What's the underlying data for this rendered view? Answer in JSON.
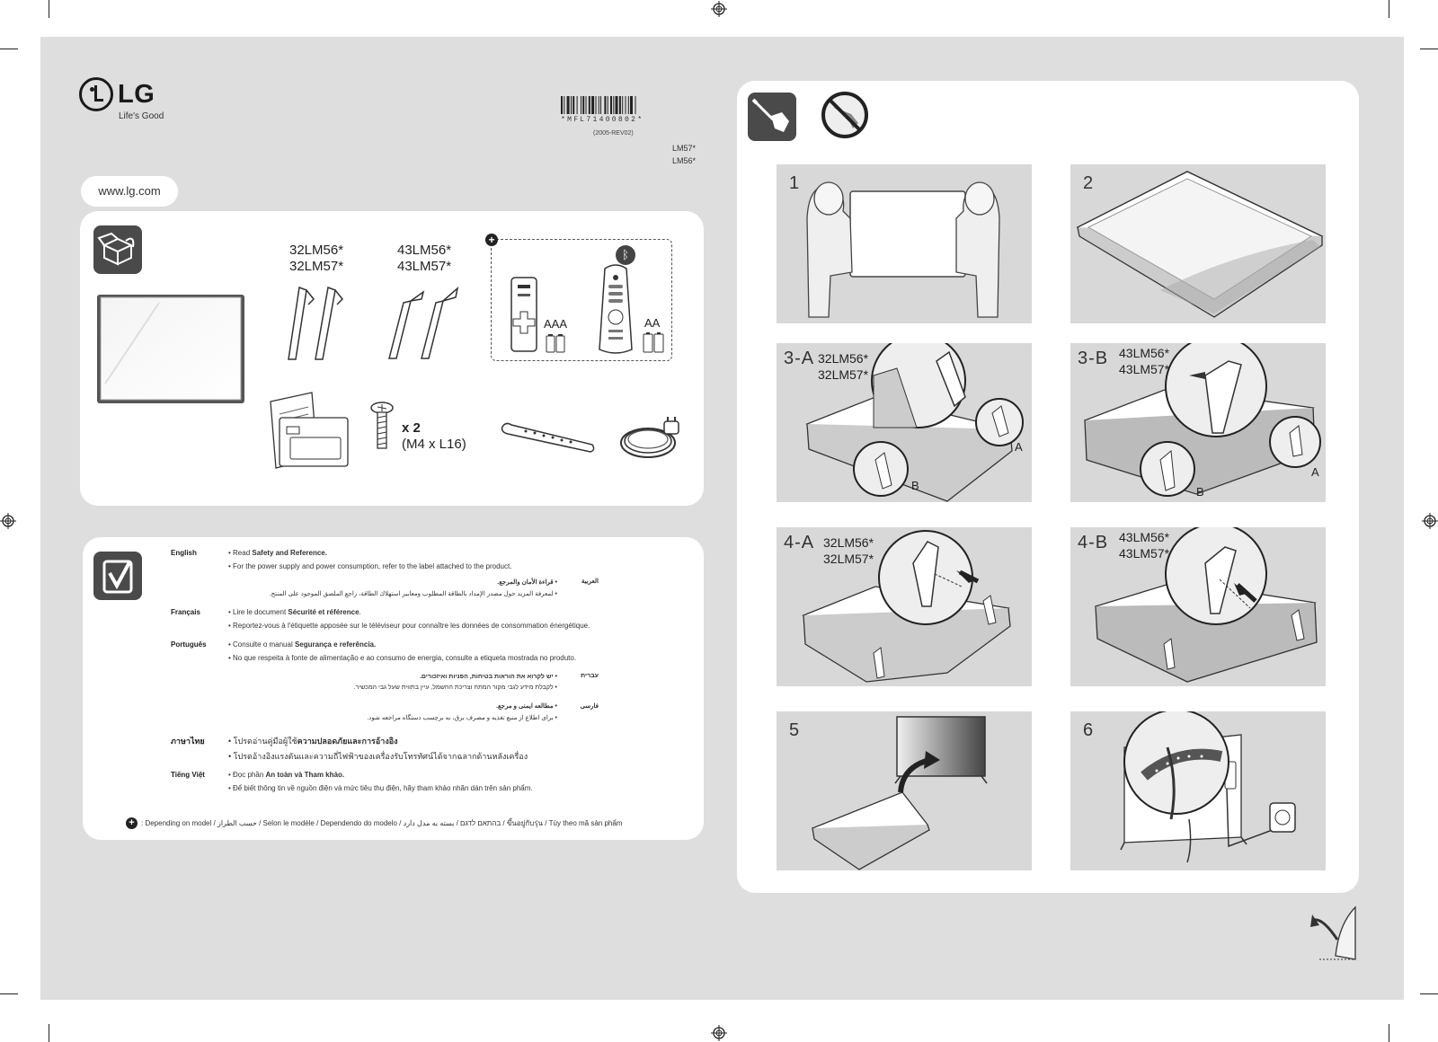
{
  "header": {
    "brand": "LG",
    "slogan": "Life's Good",
    "barcode_text": "*MFL71400802*",
    "revision": "(2005-REV02)",
    "models": [
      "LM57*",
      "LM56*"
    ],
    "url": "www.lg.com"
  },
  "box_contents": {
    "stand_group_1_models": [
      "32LM56*",
      "32LM57*"
    ],
    "stand_group_2_models": [
      "43LM56*",
      "43LM57*"
    ],
    "battery_aaa": "AAA",
    "battery_aa": "AA",
    "screw_count": "x 2",
    "screw_spec": "(M4 x L16)",
    "icons": [
      "box-open-icon",
      "plus-icon",
      "bluetooth-icon"
    ]
  },
  "info": {
    "entries": [
      {
        "lang": "English",
        "lines": [
          "• Read <b>Safety and Reference.</b>",
          "• For the power supply and power consumption, refer to the label attached to the product."
        ]
      },
      {
        "lang": "Français",
        "lines": [
          "• Lire le document <b>Sécurité et référence</b>.",
          "• Reportez-vous à l'étiquette apposée sur le téléviseur pour connaître les données de consommation énergétique."
        ]
      },
      {
        "lang": "Português",
        "lines": [
          "• Consulte o manual <b>Segurança e referência.</b>",
          "• No que respeita à fonte de alimentação e ao consumo de energia, consulte a etiqueta mostrada no produto."
        ]
      },
      {
        "lang": "ภาษาไทย",
        "lines": [
          "• โปรดอ่านคู่มือผู้ใช้<b>ความปลอดภัยและการอ้างอิง</b>",
          "• โปรดอ้างอิงแรงดันและความถี่ไฟฟ้าของเครื่องรับโทรทัศน์ได้จากฉลากด้านหลังเครื่อง"
        ]
      },
      {
        "lang": "Tiếng Việt",
        "lines": [
          "• Đọc phần <b>An toàn và Tham khảo.</b>",
          "• Để biết thông tin về nguồn điện và mức tiêu thụ điện, hãy tham khảo nhãn dán trên sản phẩm."
        ]
      }
    ],
    "rtl_entries": [
      {
        "lang": "العربية",
        "lines": [
          "• قراءة الأمان والمرجع.",
          "• لمعرفة المزيد حول مصدر الإمداد بالطاقة المطلوب ومعايير استهلاك الطاقة، راجع الملصق الموجود على المنتج."
        ]
      },
      {
        "lang": "עברית",
        "lines": [
          "• יש לקרוא את הוראות בטיחות, הפניות ואיזכורים.",
          "• לקבלת מידע לגבי מקור המתח וצריכת החשמל, עיין בתווית שעל גבי המכשיר."
        ]
      },
      {
        "lang": "فارسی",
        "lines": [
          "• مطالعه ایمنی و مرجع.",
          "• برای اطلاع از منبع تغذیه و مصرف برق، به برچسب دستگاه مراجعه شود."
        ]
      }
    ],
    "footnote": ": Depending on model / حسب الطراز / Selon le modèle / Dependendo do modelo / בהתאם לדגם / بسته به مدل دارد / ขึ้นอยู่กับรุ่น / Tùy theo mã sản phẩm"
  },
  "steps": [
    {
      "label": "1"
    },
    {
      "label": "2"
    },
    {
      "label": "3-A",
      "models": [
        "32LM56*",
        "32LM57*"
      ],
      "callouts": [
        "A",
        "B"
      ]
    },
    {
      "label": "3-B",
      "models": [
        "43LM56*",
        "43LM57*"
      ],
      "callouts": [
        "A",
        "B"
      ]
    },
    {
      "label": "4-A",
      "models": [
        "32LM56*",
        "32LM57*"
      ]
    },
    {
      "label": "4-B",
      "models": [
        "43LM56*",
        "43LM57*"
      ]
    },
    {
      "label": "5"
    },
    {
      "label": "6"
    }
  ],
  "tool_icons": [
    "screwdriver-icon",
    "no-electric-screwdriver-icon"
  ]
}
